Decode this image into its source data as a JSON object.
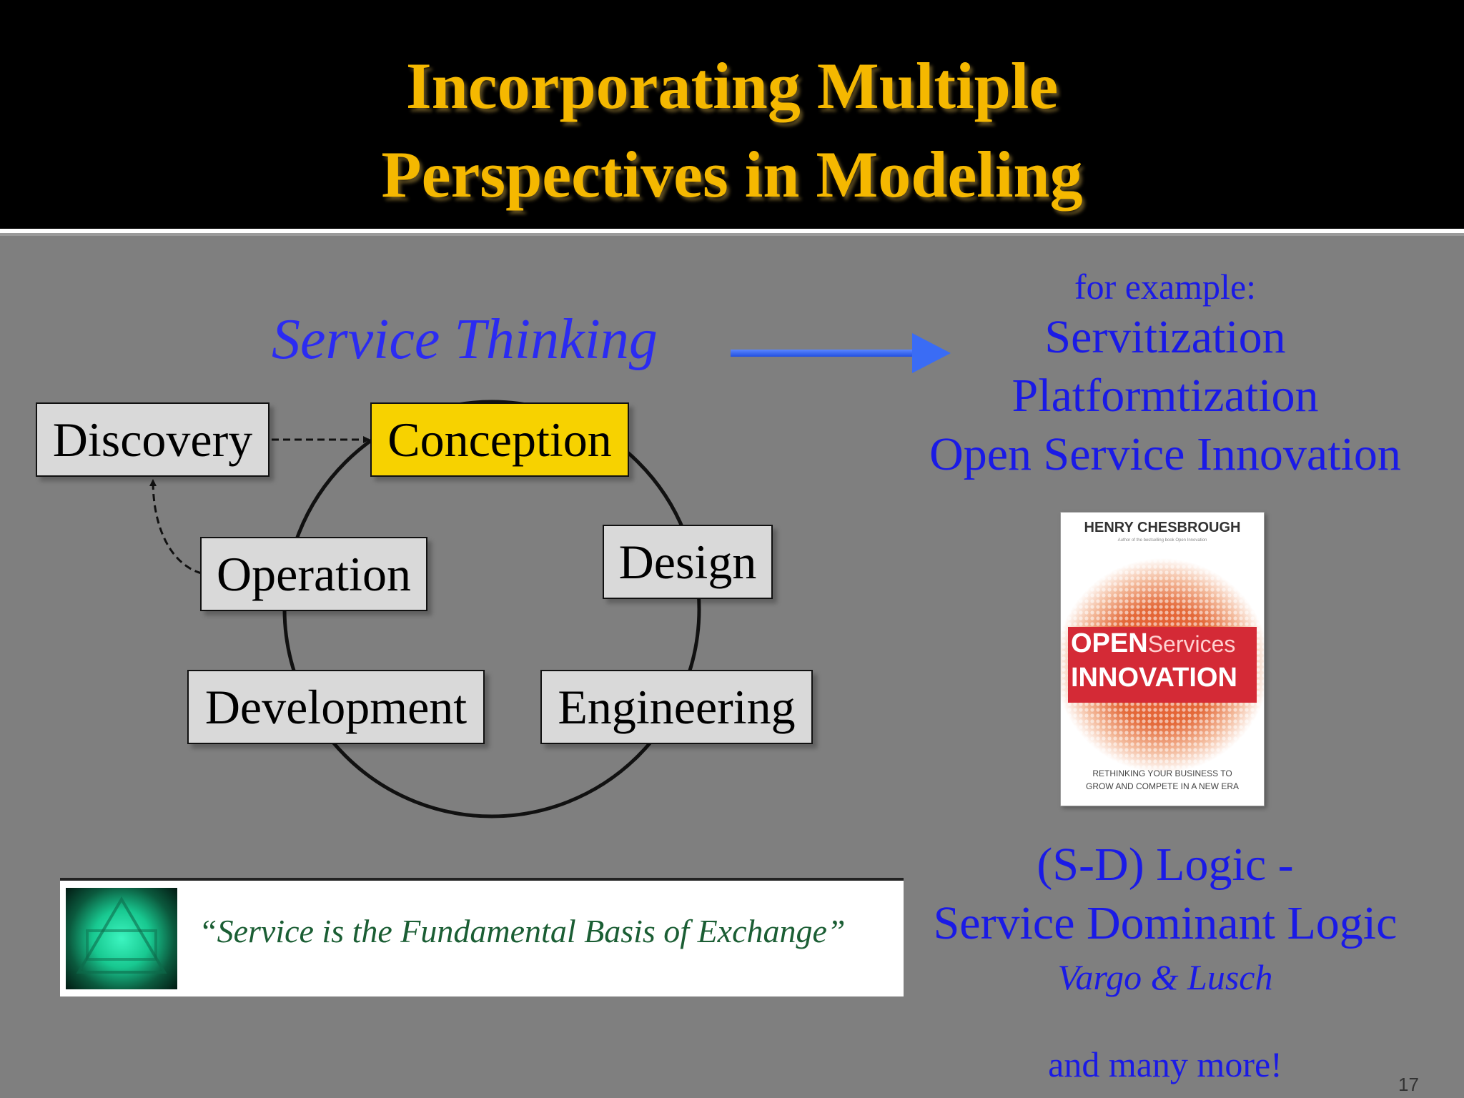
{
  "slide": {
    "title_line1": "Incorporating Multiple",
    "title_line2": "Perspectives in Modeling",
    "page_number": "17"
  },
  "diagram": {
    "heading": "Service Thinking",
    "nodes": {
      "discovery": "Discovery",
      "conception": "Conception",
      "design": "Design",
      "engineering": "Engineering",
      "development": "Development",
      "operation": "Operation"
    }
  },
  "examples": {
    "intro": "for example:",
    "items": [
      "Servitization",
      "Platformtization",
      "Open Service Innovation"
    ],
    "book": {
      "author": "HENRY CHESBROUGH",
      "subtitle": "Author of the bestselling book Open Innovation",
      "title_open": "OPEN",
      "title_services": "Services",
      "title_innovation": "INNOVATION",
      "tagline_line1": "RETHINKING YOUR BUSINESS TO",
      "tagline_line2": "GROW AND COMPETE IN A NEW ERA"
    },
    "sd_logic_line1": "(S-D) Logic -",
    "sd_logic_line2": "Service Dominant Logic",
    "authors": "Vargo & Lusch",
    "more": "and many more!"
  },
  "banner": {
    "quote": "“Service is the Fundamental Basis of Exchange”"
  },
  "colors": {
    "title": "#f5b800",
    "accent_blue": "#1a1ae6",
    "conception_fill": "#f7d200",
    "box_fill": "#d9d9d9",
    "background": "#7f7f7f"
  }
}
